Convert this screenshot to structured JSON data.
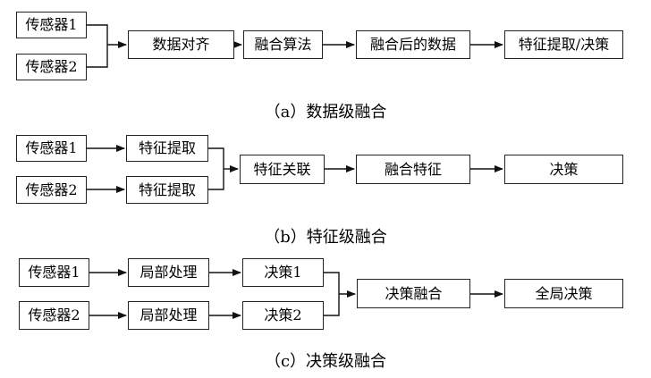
{
  "diagram_a": {
    "sensor1": "传感器1",
    "sensor2": "传感器2",
    "align": "数据对齐",
    "algorithm": "融合算法",
    "fused_data": "融合后的数据",
    "output": "特征提取/决策",
    "caption": "（a）数据级融合"
  },
  "diagram_b": {
    "sensor1": "传感器1",
    "sensor2": "传感器2",
    "extract1": "特征提取",
    "extract2": "特征提取",
    "associate": "特征关联",
    "fused_feature": "融合特征",
    "decision": "决策",
    "caption": "（b）特征级融合"
  },
  "diagram_c": {
    "sensor1": "传感器1",
    "sensor2": "传感器2",
    "local1": "局部处理",
    "local2": "局部处理",
    "decision1": "决策1",
    "decision2": "决策2",
    "decision_fusion": "决策融合",
    "global_decision": "全局决策",
    "caption": "（c）决策级融合"
  }
}
